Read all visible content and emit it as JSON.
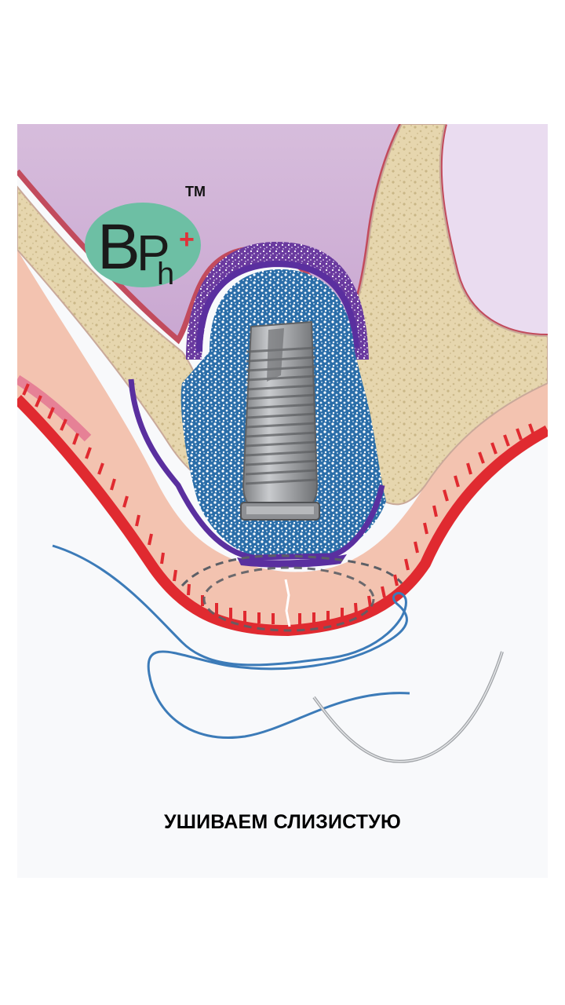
{
  "logo": {
    "mark": "BPh+",
    "trademark": "TM"
  },
  "caption": "УШИВАЕМ СЛИЗИСТУЮ",
  "colors": {
    "sinus": "#d8bfdc",
    "sinus_light": "#eadcf0",
    "sinus_membrane": "#c24b5d",
    "bone": "#e6d6ae",
    "bone_speckle": "#c7b383",
    "gum": "#f3c3b0",
    "gum_edge": "#e02a30",
    "membrane": "#5a2f9f",
    "graft": "#2a6da8",
    "implant": "#9a9c9f",
    "suture": "#3c7bb8",
    "needle": "#9fa2a6",
    "logo_circle": "#6dbfa4",
    "logo_plus": "#e0323a"
  }
}
